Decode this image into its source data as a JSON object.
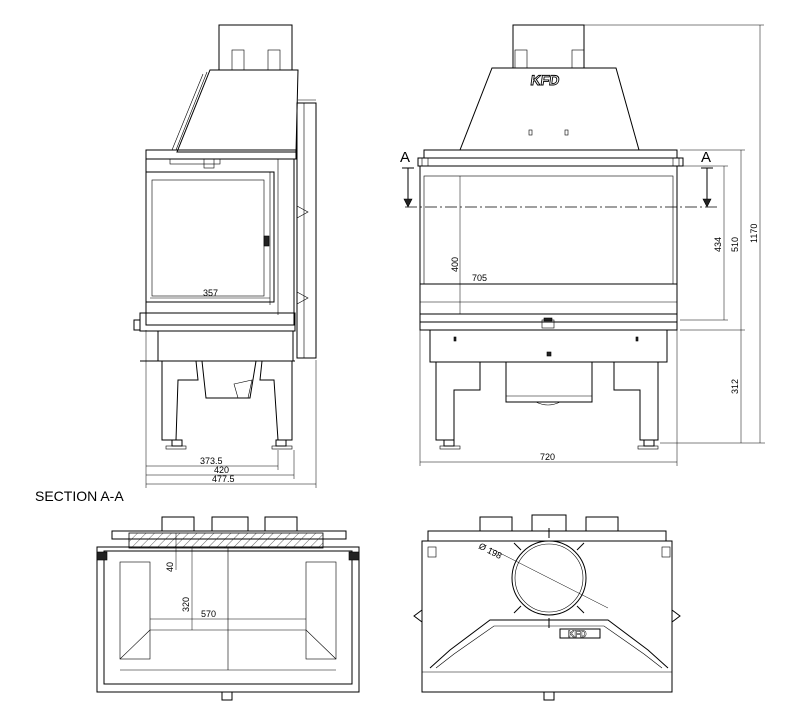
{
  "logo": "KFD",
  "section_title": "SECTION A-A",
  "section_marker": "A",
  "dimensions": {
    "side_glass_width": "357",
    "side_inner_depth": "373.5",
    "side_depth": "420",
    "side_total_depth": "477.5",
    "front_glass_height": "400",
    "front_glass_width": "705",
    "front_total_width": "720",
    "front_door_height": "434",
    "front_body_height": "510",
    "front_total_height": "1170",
    "front_leg_height": "312",
    "section_firebox_width": "570",
    "section_firebox_depth": "320",
    "section_top_thickness": "40",
    "outlet_diameter": "Ø 198"
  },
  "colors": {
    "line": "#000000",
    "background": "#ffffff"
  }
}
